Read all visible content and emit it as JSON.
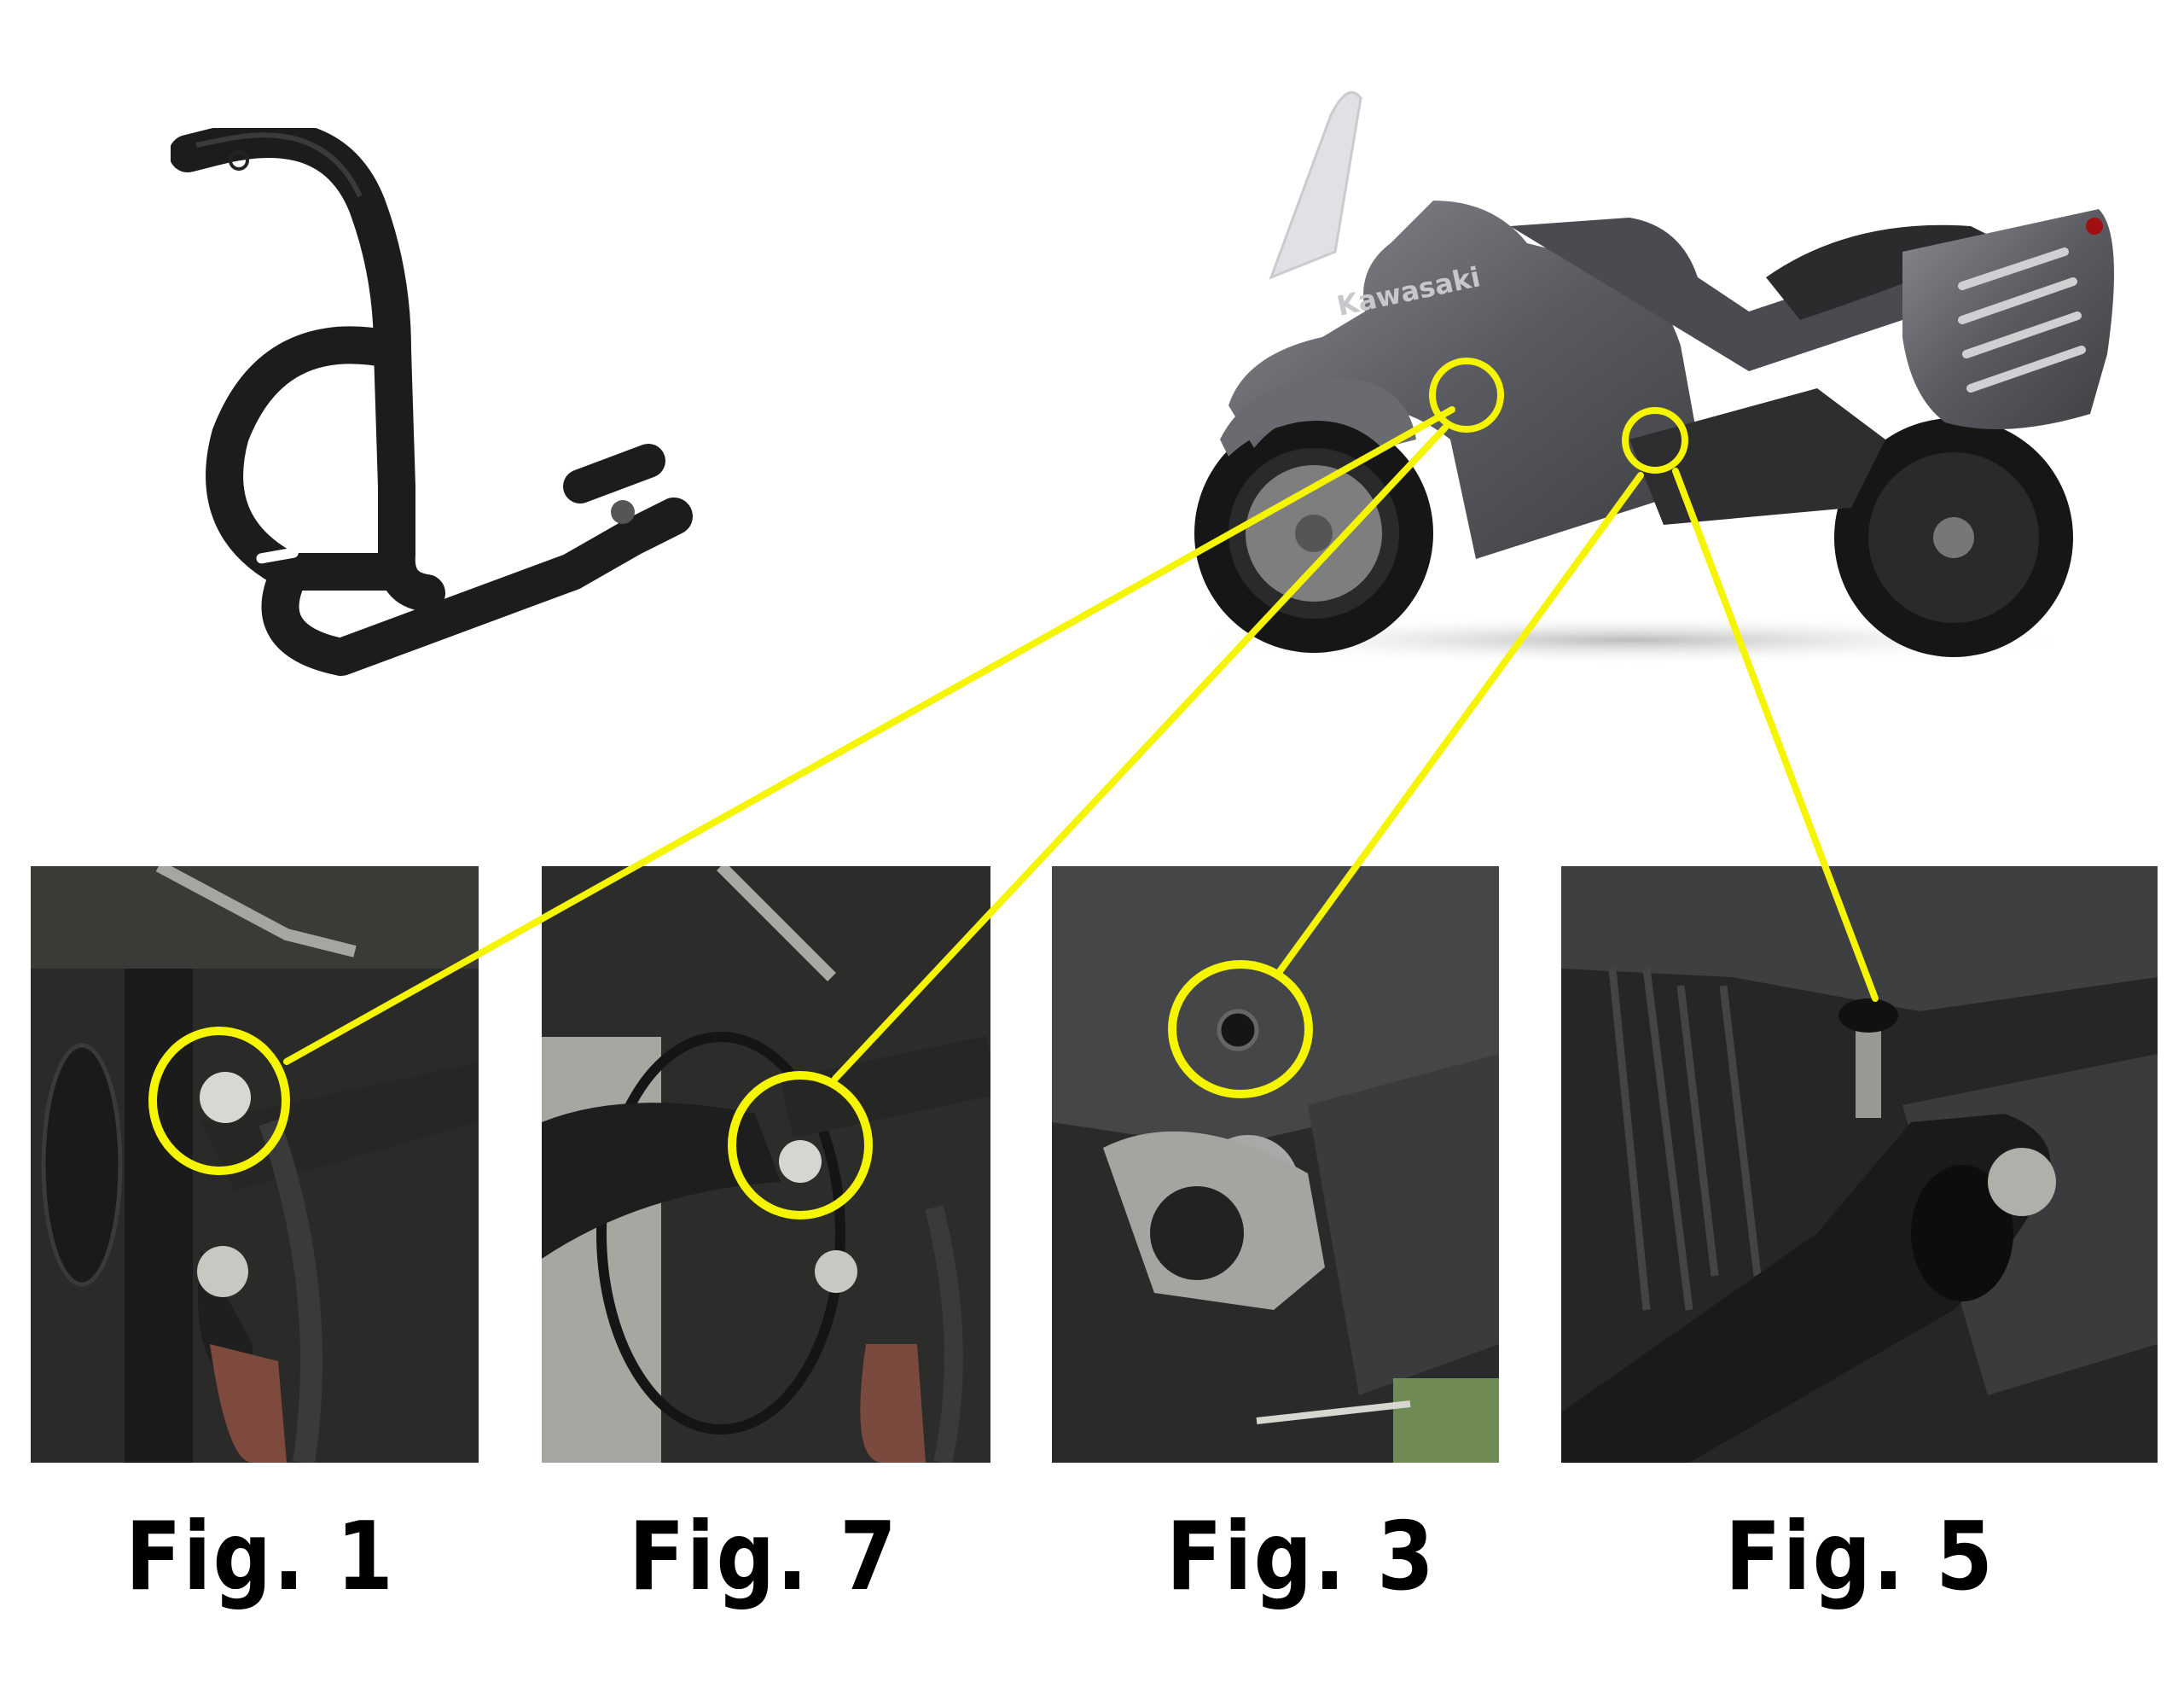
{
  "product": {
    "name": "crash-bar",
    "color": "#1e1e1e"
  },
  "motorcycle": {
    "brand_text": "Kawasaki",
    "body_color": "#5c5d62"
  },
  "annotation": {
    "color": "#f5f500"
  },
  "figures": [
    {
      "id": "fig1",
      "label": "Fig. 1"
    },
    {
      "id": "fig7",
      "label": "Fig. 7"
    },
    {
      "id": "fig3",
      "label": "Fig. 3"
    },
    {
      "id": "fig5",
      "label": "Fig. 5"
    }
  ]
}
